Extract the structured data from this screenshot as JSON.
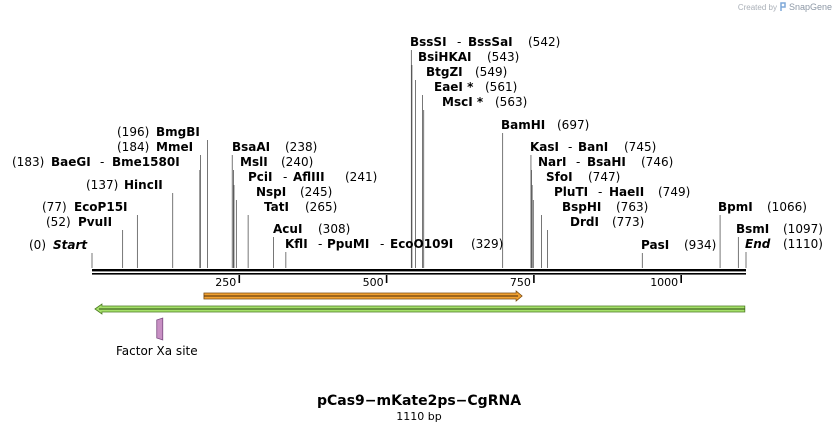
{
  "credit": {
    "prefix": "Created by",
    "brand": "SnapGene"
  },
  "map": {
    "name": "pCas9−mKate2ps−CgRNA",
    "length_label": "1110 bp",
    "length": 1110,
    "scale": [
      {
        "pos": 250,
        "label": "250"
      },
      {
        "pos": 500,
        "label": "500"
      },
      {
        "pos": 750,
        "label": "750"
      },
      {
        "pos": 1000,
        "label": "1000"
      }
    ],
    "sites": [
      {
        "name": "Start",
        "pos": "(0)",
        "italic": true
      },
      {
        "name": "PvuII",
        "pos": "(52)"
      },
      {
        "name": "EcoP15I",
        "pos": "(77)"
      },
      {
        "name": "HincII",
        "pos": "(137)"
      },
      {
        "name": "BaeGI",
        "alt": "Bme1580I",
        "pos": "(183)"
      },
      {
        "name": "MmeI",
        "pos": "(184)"
      },
      {
        "name": "BmgBI",
        "pos": "(196)"
      },
      {
        "name": "BsaAI",
        "pos": "(238)"
      },
      {
        "name": "MslI",
        "pos": "(240)"
      },
      {
        "name": "PciI",
        "alt": "AflIII",
        "pos": "(241)"
      },
      {
        "name": "NspI",
        "pos": "(245)"
      },
      {
        "name": "TatI",
        "pos": "(265)"
      },
      {
        "name": "AcuI",
        "pos": "(308)"
      },
      {
        "name": "KflI",
        "alt": "PpuMI",
        "alt2": "EcoO109I",
        "pos": "(329)"
      },
      {
        "name": "BssSI",
        "alt": "BssSaI",
        "pos": "(542)"
      },
      {
        "name": "BsiHKAI",
        "pos": "(543)"
      },
      {
        "name": "BtgZI",
        "pos": "(549)"
      },
      {
        "name": "EaeI *",
        "pos": "(561)"
      },
      {
        "name": "MscI *",
        "pos": "(563)"
      },
      {
        "name": "BamHI",
        "pos": "(697)"
      },
      {
        "name": "KasI",
        "alt": "BanI",
        "pos": "(745)"
      },
      {
        "name": "NarI",
        "alt": "BsaHI",
        "pos": "(746)"
      },
      {
        "name": "SfoI",
        "pos": "(747)"
      },
      {
        "name": "PluTI",
        "alt": "HaeII",
        "pos": "(749)"
      },
      {
        "name": "BspHI",
        "pos": "(763)"
      },
      {
        "name": "DrdI",
        "pos": "(773)"
      },
      {
        "name": "PasI",
        "pos": "(934)"
      },
      {
        "name": "BpmI",
        "pos": "(1066)"
      },
      {
        "name": "BsmI",
        "pos": "(1097)"
      },
      {
        "name": "End",
        "pos": "(1110)",
        "italic": true
      }
    ],
    "features": {
      "orange_arrow": {
        "start": 190,
        "end": 730,
        "color": "#f0a030"
      },
      "green_arrow": {
        "start": 5,
        "end": 1108,
        "color": "#a6e06a"
      },
      "factor_xa": {
        "label": "Factor Xa site",
        "pos": 115,
        "color": "#c890c4"
      }
    }
  }
}
